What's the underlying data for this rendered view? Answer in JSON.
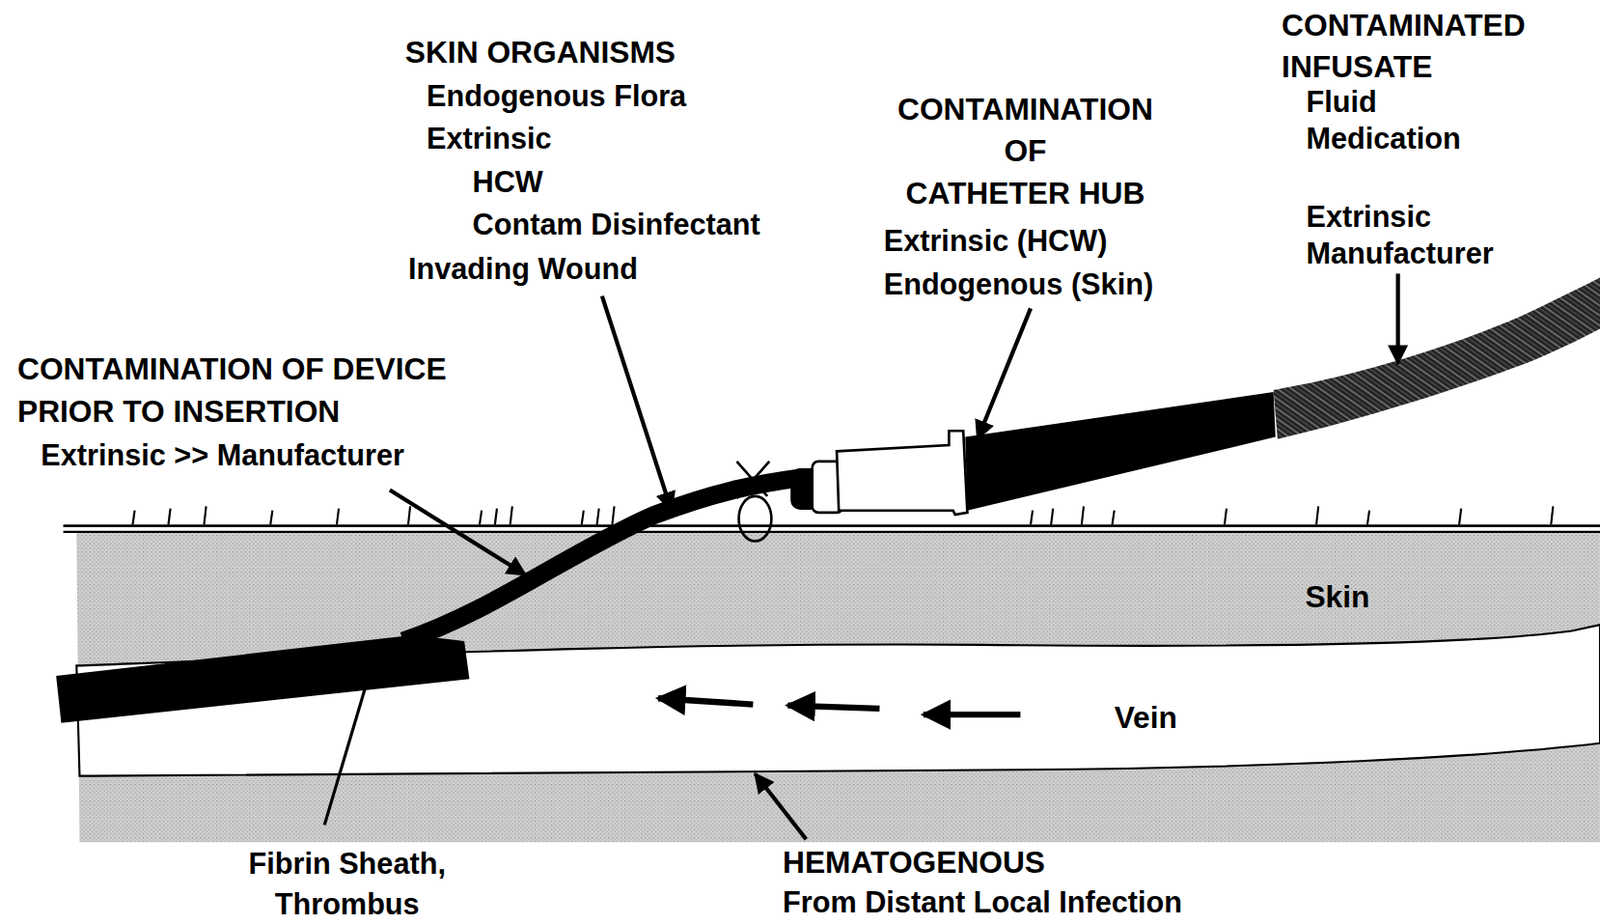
{
  "diagram": {
    "nodes": [
      {
        "text": [
          "Skin"
        ]
      },
      {
        "text": [
          "Vein"
        ]
      }
    ],
    "labels": [
      "SKIN ORGANISMS",
      "Endogenous Flora",
      "Extrinsic",
      "HCW",
      "Contam Disinfectant",
      "Invading Wound",
      "CONTAMINATION OF CATHETER HUB",
      "Extrinsic (HCW)",
      "Endogenous (Skin)",
      "CONTAMINATED INFUSATE",
      "Fluid",
      "Medication",
      "Extrinsic",
      "Manufacturer",
      "CONTAMINATION OF DEVICE PRIOR TO INSERTION",
      "Extrinsic >> Manufacturer",
      "Fibrin Sheath, Thrombus",
      "HEMATOGENOUS",
      "From Distant Local Infection"
    ]
  }
}
